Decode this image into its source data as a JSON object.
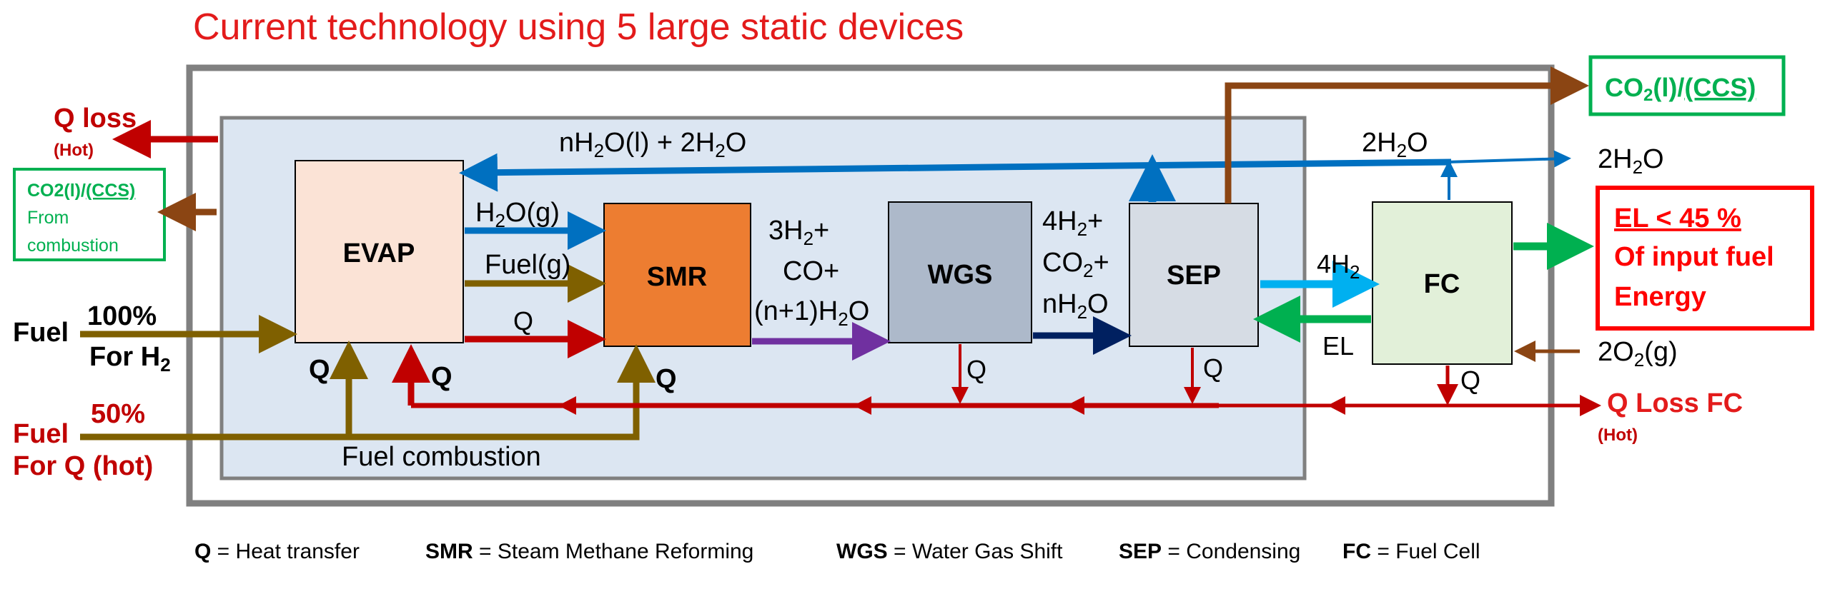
{
  "title": "Current technology using 5 large static devices",
  "colors": {
    "red": "#e31b1b",
    "darkred": "#c00000",
    "green": "#00b050",
    "blue": "#0070c0",
    "lightblue": "#00b0f0",
    "brown": "#8b4513",
    "olive": "#7f6000",
    "purple": "#7030a0",
    "navy": "#002060",
    "gray": "#808080",
    "panel": "#dce6f2"
  },
  "blocks": {
    "evap": "EVAP",
    "smr": "SMR",
    "wgs": "WGS",
    "sep": "SEP",
    "fc": "FC"
  },
  "labels": {
    "q_loss": "Q loss",
    "q_loss_hot": "(Hot)",
    "co2_left_1": "CO2(l)/",
    "co2_left_ccs": "(CCS)",
    "co2_left_2": "From",
    "co2_left_3": "combustion",
    "fuel1": "Fuel",
    "fuel1_pct": "100%",
    "fuel1_for": "For H",
    "fuel1_sub": "2",
    "fuel2": "Fuel",
    "fuel2_pct": "50%",
    "fuel2_for": "For Q (hot)",
    "h2o_g": "H",
    "h2o_g_sub": "2",
    "h2o_g_rest": "O(g)",
    "fuel_g": "Fuel(g)",
    "q_evap_smr": "Q",
    "q_evap_left": "Q",
    "q_evap_right": "Q",
    "q_smr": "Q",
    "smr_out_1a": "3H",
    "smr_out_1b": "+",
    "smr_out_2": "CO+",
    "smr_out_3a": "(n+1)H",
    "smr_out_3b": "O",
    "wgs_out_1a": "4H",
    "wgs_out_1b": "+",
    "wgs_out_2a": "CO",
    "wgs_out_2b": "+",
    "wgs_out_3a": "nH",
    "wgs_out_3b": "O",
    "sub2": "2",
    "q_wgs": "Q",
    "q_sep": "Q",
    "q_fc": "Q",
    "return_water_1": "nH",
    "return_water_2": "O(l) + 2H",
    "return_water_3": "O",
    "fc_water_1": "2H",
    "fc_water_2": "O",
    "out_water_1": "2H",
    "out_water_2": "O",
    "h2_to_fc_1": "4H",
    "el_back": "EL",
    "o2_1": "2O",
    "o2_2": "(g)",
    "co2_top_1": "CO",
    "co2_top_2": "(l)/",
    "co2_top_ccs": "(CCS)",
    "el_out_1": "EL < 45 %",
    "el_out_2": "Of input fuel",
    "el_out_3": "Energy",
    "q_loss_fc": "Q Loss FC",
    "q_loss_fc_hot": "(Hot)",
    "fuel_combustion": "Fuel combustion"
  },
  "legend": [
    {
      "key": "Q",
      "desc": " = Heat transfer"
    },
    {
      "key": "SMR",
      "desc": " = Steam Methane Reforming"
    },
    {
      "key": "WGS",
      "desc": " = Water Gas Shift"
    },
    {
      "key": "SEP",
      "desc": " = Condensing"
    },
    {
      "key": "FC",
      "desc": " = Fuel Cell"
    }
  ]
}
